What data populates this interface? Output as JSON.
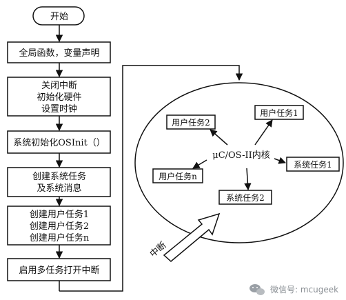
{
  "flowchart": {
    "start": "开始",
    "step1": "全局函数，变量声明",
    "step2": [
      "关闭中断",
      "初始化硬件",
      "设置时钟"
    ],
    "step3": "系统初始化OSInit（）",
    "step4": [
      "创建系统任务",
      "及系统消息"
    ],
    "step5": [
      "创建用户任务1",
      "创建用户任务2",
      "创建用户任务n"
    ],
    "step6": "启用多任务打开中断"
  },
  "kernel_view": {
    "core": "μC/OS-II内核",
    "tasks": {
      "user_task_2": "用户任务2",
      "user_task_1": "用户任务1",
      "user_task_n": "用户任务n",
      "system_task_1": "系统任务1",
      "system_task_2": "系统任务2"
    },
    "interrupt_label": "中断"
  },
  "watermark": "微信号: mcugeek"
}
